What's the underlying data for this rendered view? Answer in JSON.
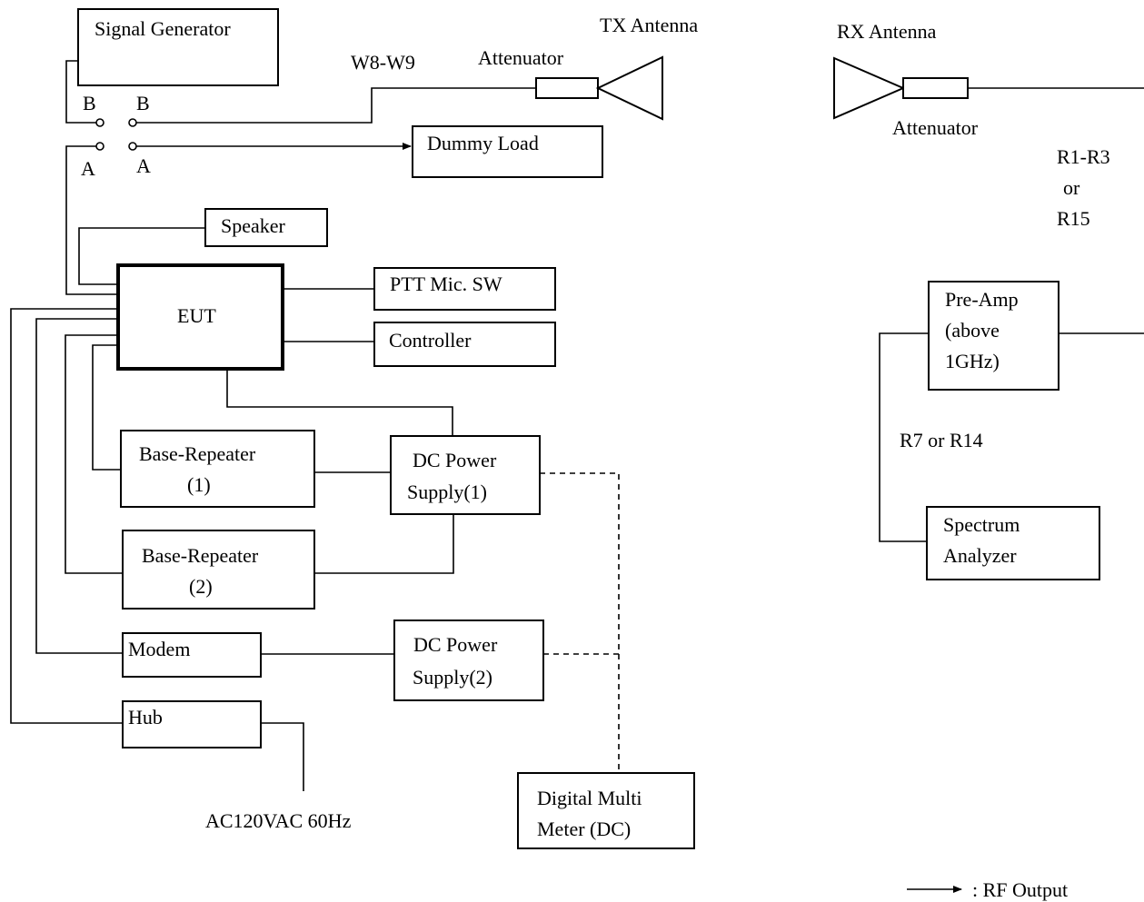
{
  "boxes": {
    "signal_generator": "Signal Generator",
    "dummy_load": "Dummy Load",
    "speaker": "Speaker",
    "eut": "EUT",
    "ptt": "PTT Mic. SW",
    "controller": "Controller",
    "base_repeater_1": [
      "Base-Repeater",
      "(1)"
    ],
    "base_repeater_2": [
      "Base-Repeater",
      "(2)"
    ],
    "dc_power_1": [
      "DC Power",
      "Supply(1)"
    ],
    "dc_power_2": [
      "DC Power",
      "Supply(2)"
    ],
    "modem": "Modem",
    "hub": "Hub",
    "dmm": [
      "Digital Multi",
      "Meter (DC)"
    ],
    "pre_amp": [
      "Pre-Amp",
      "(above",
      "1GHz)"
    ],
    "spectrum_analyzer": [
      "Spectrum",
      "Analyzer"
    ]
  },
  "labels": {
    "tx_antenna": "TX Antenna",
    "rx_antenna": "RX Antenna",
    "tx_attenuator": "Attenuator",
    "rx_attenuator": "Attenuator",
    "w8_w9": "W8-W9",
    "switch_b_left": "B",
    "switch_b_right": "B",
    "switch_a_left": "A",
    "switch_a_right": "A",
    "r1_r3": [
      "R1-R3",
      "or",
      "R15"
    ],
    "r7_r14": "R7 or R14",
    "ac_power": "AC120VAC 60Hz",
    "legend": ": RF Output"
  }
}
